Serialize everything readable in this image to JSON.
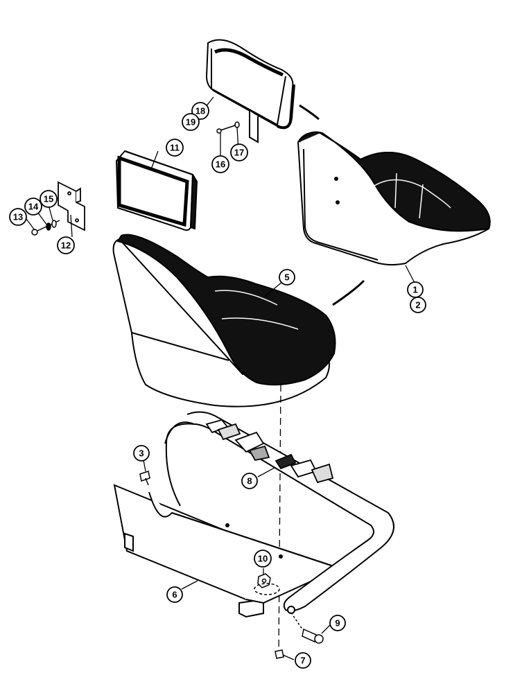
{
  "figure": {
    "callouts": [
      {
        "id": "c1",
        "label": "1"
      },
      {
        "id": "c2",
        "label": "2"
      },
      {
        "id": "c3",
        "label": "3"
      },
      {
        "id": "c5",
        "label": "5"
      },
      {
        "id": "c6",
        "label": "6"
      },
      {
        "id": "c7",
        "label": "7"
      },
      {
        "id": "c8",
        "label": "8"
      },
      {
        "id": "c9",
        "label": "9"
      },
      {
        "id": "c10",
        "label": "10"
      },
      {
        "id": "c11",
        "label": "11"
      },
      {
        "id": "c12",
        "label": "12"
      },
      {
        "id": "c13",
        "label": "13"
      },
      {
        "id": "c14",
        "label": "14"
      },
      {
        "id": "c15",
        "label": "15"
      },
      {
        "id": "c16",
        "label": "16"
      },
      {
        "id": "c17",
        "label": "17"
      },
      {
        "id": "c18",
        "label": "18"
      },
      {
        "id": "c19",
        "label": "19"
      }
    ]
  }
}
